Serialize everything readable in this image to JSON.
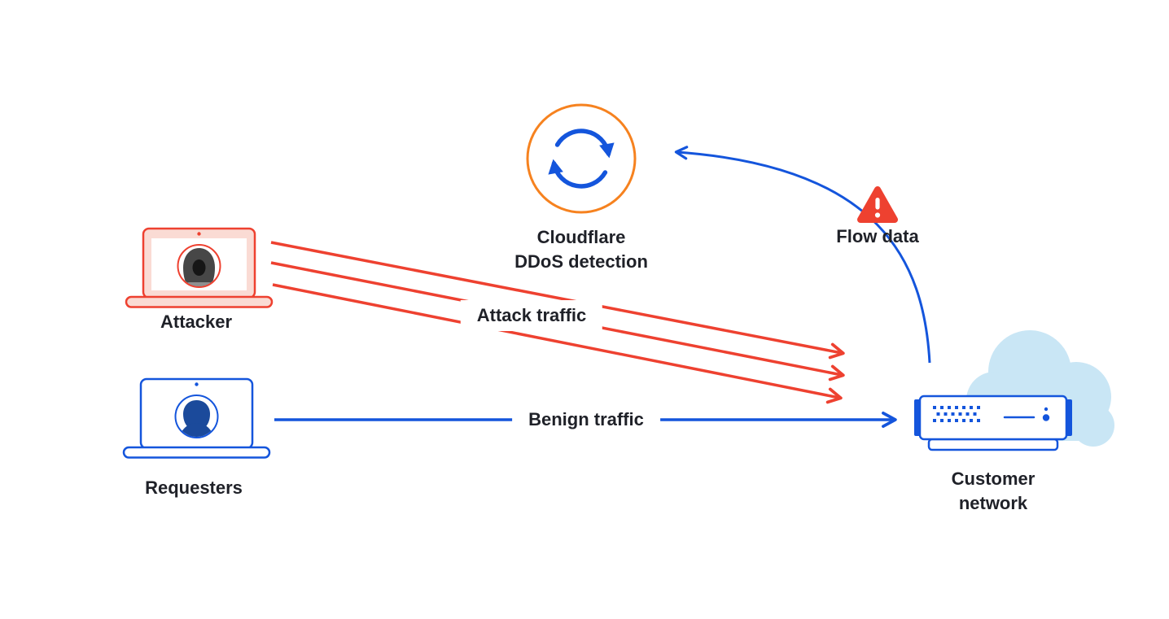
{
  "colors": {
    "attack_red": "#ee4130",
    "traffic_blue": "#1455dc",
    "detection_orange": "#f6821f",
    "cloud_light_blue": "#c9e6f5",
    "alert_red": "#ee4130",
    "text_dark": "#1f2128",
    "laptop_pink": "#fadbd4",
    "silhouette_navy": "#1b4a9b"
  },
  "nodes": {
    "attacker": {
      "label": "Attacker",
      "icon": "attacker-laptop-icon"
    },
    "requesters": {
      "label": "Requesters",
      "icon": "requester-laptop-icon"
    },
    "ddos_detection": {
      "label_line1": "Cloudflare",
      "label_line2": "DDoS detection",
      "icon": "sync-cycle-icon"
    },
    "flow_data": {
      "label": "Flow data",
      "icon": "warning-triangle-icon"
    },
    "customer_network": {
      "label_line1": "Customer",
      "label_line2": "network",
      "icon": "server-icon"
    }
  },
  "edges": {
    "attack": {
      "label": "Attack traffic",
      "from": "attacker",
      "to": "customer_network",
      "lines": 3,
      "color": "#ee4130",
      "style": "straight"
    },
    "benign": {
      "label": "Benign traffic",
      "from": "requesters",
      "to": "customer_network",
      "lines": 1,
      "color": "#1455dc",
      "style": "straight"
    },
    "flow": {
      "label": "Flow data",
      "from": "customer_network",
      "to": "ddos_detection",
      "lines": 1,
      "color": "#1455dc",
      "style": "curved"
    }
  }
}
